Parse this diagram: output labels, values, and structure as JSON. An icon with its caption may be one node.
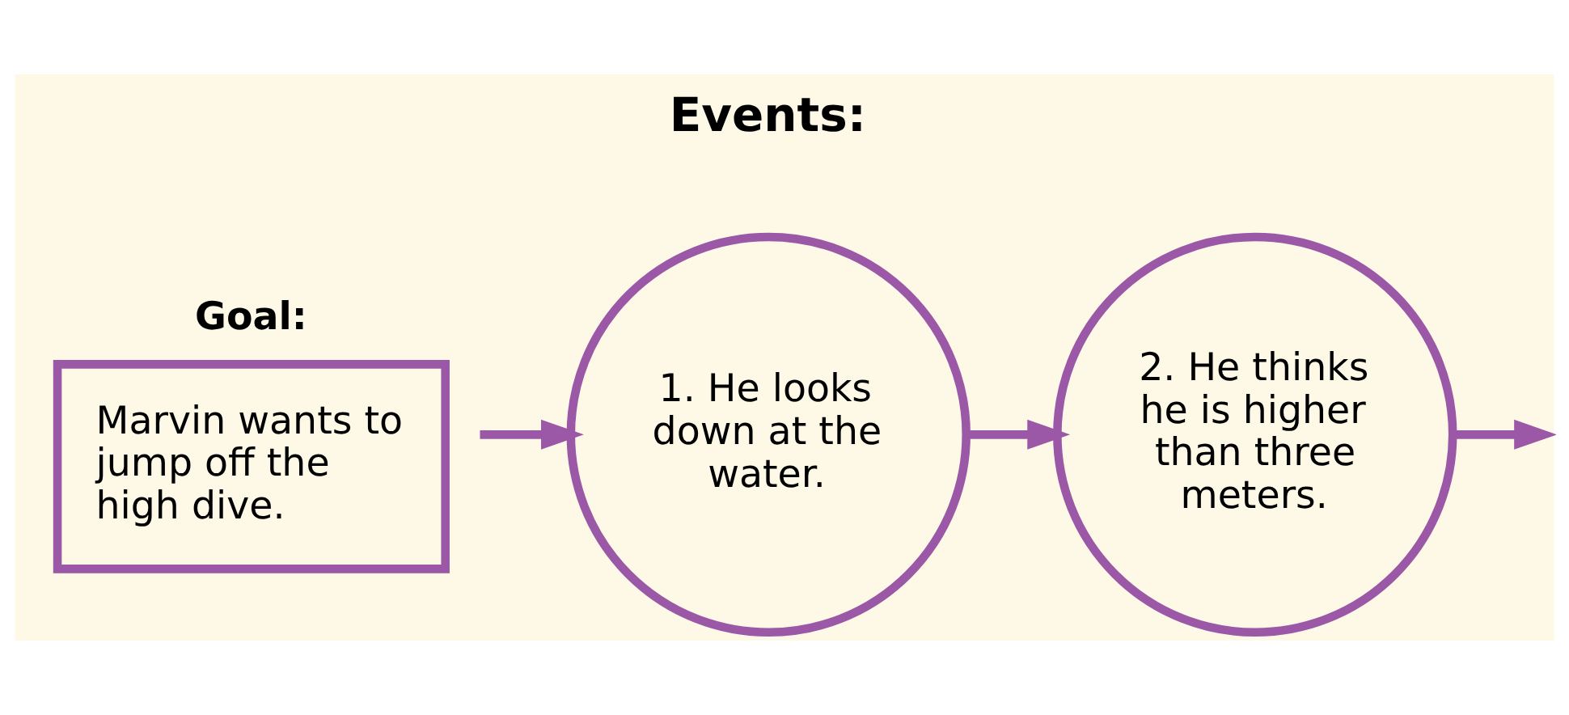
{
  "diagram": {
    "nodes": [
      {
        "text": [
          "Goal:",
          "Marvin wants to jump off the high dive."
        ]
      },
      {
        "text": [
          "1. He looks down at the water."
        ]
      },
      {
        "text": [
          "2. He thinks he is higher than three meters."
        ]
      }
    ],
    "edges": [
      {
        "from": 0,
        "to": 1,
        "arrow": "to"
      },
      {
        "from": 1,
        "to": 2,
        "arrow": "to"
      },
      {
        "from": 2,
        "to": null,
        "arrow": "to"
      }
    ],
    "labels": [
      "Events:"
    ]
  }
}
